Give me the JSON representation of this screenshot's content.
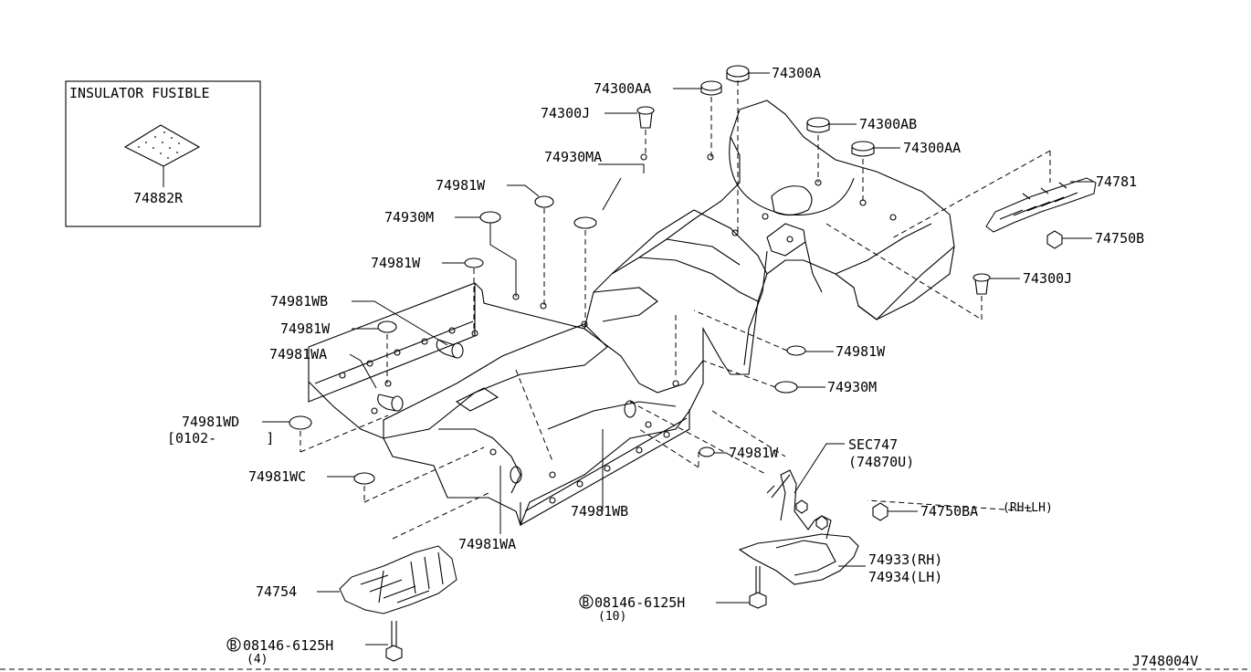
{
  "inset": {
    "title": "INSULATOR FUSIBLE",
    "part": "74882R"
  },
  "labels": {
    "p74300A": "74300A",
    "p74300AA_top": "74300AA",
    "p74300J_top": "74300J",
    "p74300AB": "74300AB",
    "p74300AA_right": "74300AA",
    "p74930MA": "74930MA",
    "p74981W_a": "74981W",
    "p74930M_left": "74930M",
    "p74981W_b": "74981W",
    "p74981WB_left": "74981WB",
    "p74981W_c": "74981W",
    "p74981WA_left": "74981WA",
    "p74981WD": "74981WD",
    "p74981WD_range": "[0102-      ]",
    "p74981WC": "74981WC",
    "p74781": "74781",
    "p74750B": "74750B",
    "p74300J_right": "74300J",
    "p74981W_right": "74981W",
    "p74930M_right": "74930M",
    "p74981W_lower": "74981W",
    "sec747": "SEC747",
    "sec747_sub": "(74870U)",
    "p74750BA": "74750BA",
    "p74750BA_note": "(RH+LH)",
    "p74933": "74933(RH)",
    "p74934": "74934(LH)",
    "p74981WB_lower": "74981WB",
    "p74981WA_lower": "74981WA",
    "p74754": "74754",
    "bolt_right": "08146-6125H",
    "bolt_right_qty": "(10)",
    "bolt_left": "08146-6125H",
    "bolt_left_qty": "(4)",
    "bolt_prefix": "B",
    "drawing_id": "J748004V"
  }
}
